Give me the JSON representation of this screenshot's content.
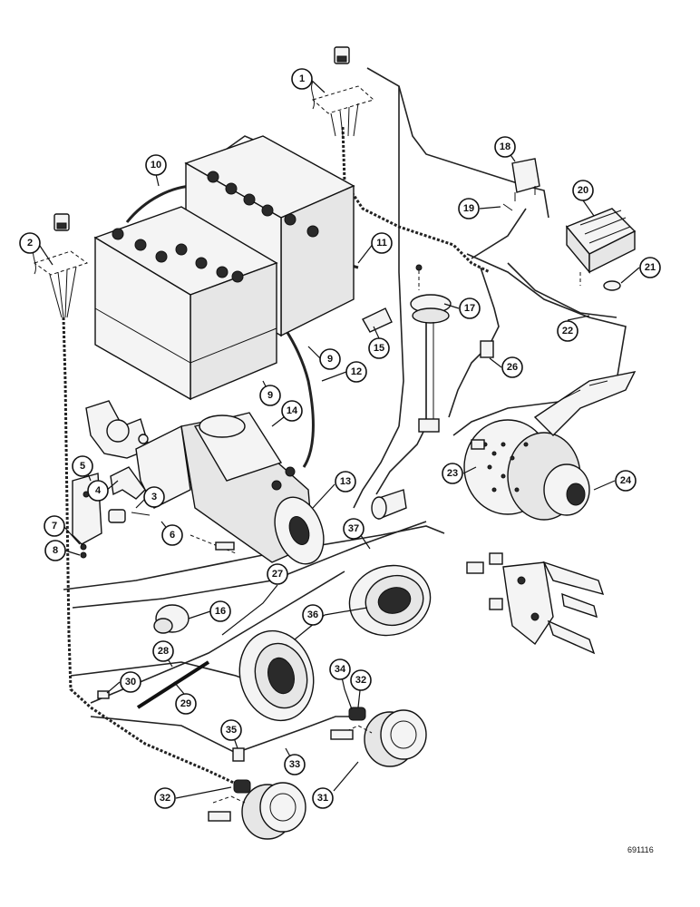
{
  "callouts": [
    {
      "id": "c1",
      "label": "1"
    },
    {
      "id": "c2",
      "label": "2"
    },
    {
      "id": "c3",
      "label": "3"
    },
    {
      "id": "c4",
      "label": "4"
    },
    {
      "id": "c5",
      "label": "5"
    },
    {
      "id": "c6",
      "label": "6"
    },
    {
      "id": "c7",
      "label": "7"
    },
    {
      "id": "c8",
      "label": "8"
    },
    {
      "id": "c9a",
      "label": "9"
    },
    {
      "id": "c9b",
      "label": "9"
    },
    {
      "id": "c10",
      "label": "10"
    },
    {
      "id": "c11",
      "label": "11"
    },
    {
      "id": "c12",
      "label": "12"
    },
    {
      "id": "c13",
      "label": "13"
    },
    {
      "id": "c14",
      "label": "14"
    },
    {
      "id": "c15",
      "label": "15"
    },
    {
      "id": "c16",
      "label": "16"
    },
    {
      "id": "c17",
      "label": "17"
    },
    {
      "id": "c18",
      "label": "18"
    },
    {
      "id": "c19",
      "label": "19"
    },
    {
      "id": "c20",
      "label": "20"
    },
    {
      "id": "c21",
      "label": "21"
    },
    {
      "id": "c22",
      "label": "22"
    },
    {
      "id": "c23",
      "label": "23"
    },
    {
      "id": "c24",
      "label": "24"
    },
    {
      "id": "c26",
      "label": "26"
    },
    {
      "id": "c27",
      "label": "27"
    },
    {
      "id": "c28",
      "label": "28"
    },
    {
      "id": "c29",
      "label": "29"
    },
    {
      "id": "c30",
      "label": "30"
    },
    {
      "id": "c31",
      "label": "31"
    },
    {
      "id": "c32a",
      "label": "32"
    },
    {
      "id": "c32b",
      "label": "32"
    },
    {
      "id": "c33",
      "label": "33"
    },
    {
      "id": "c34",
      "label": "34"
    },
    {
      "id": "c35",
      "label": "35"
    },
    {
      "id": "c36",
      "label": "36"
    },
    {
      "id": "c37",
      "label": "37"
    }
  ],
  "drawing_number": "691116"
}
